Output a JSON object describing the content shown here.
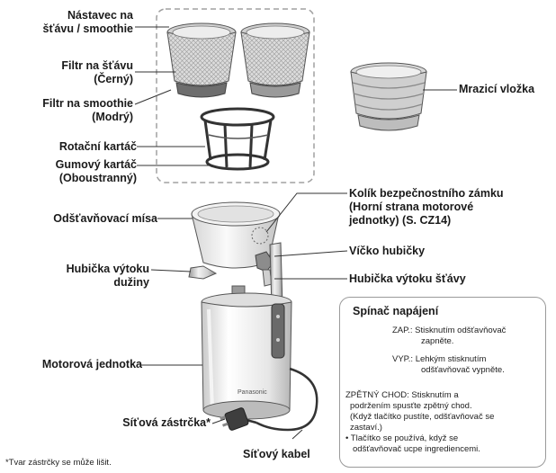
{
  "labels": {
    "attachment": [
      "Nástavec na",
      "šťávu / smoothie"
    ],
    "juice_filter": [
      "Filtr na šťávu",
      "(Černý)"
    ],
    "smoothie_filter": [
      "Filtr na smoothie",
      "(Modrý)"
    ],
    "rotating_brush": "Rotační kartáč",
    "rubber_brush": [
      "Gumový kartáč",
      "(Oboustranný)"
    ],
    "freezing_insert": "Mrazicí vložka",
    "safety_pin": [
      "Kolík bezpečnostního zámku",
      "(Horní strana motorové",
      "jednotky) (S. CZ14)"
    ],
    "juicing_bowl": "Odšťavňovací mísa",
    "spout_cap": "Víčko hubičky",
    "pulp_spout": [
      "Hubička výtoku",
      "dužiny"
    ],
    "juice_spout": "Hubička výtoku šťávy",
    "motor_unit": "Motorová jednotka",
    "plug": "Síťová zástrčka*",
    "cord": "Síťový kabel",
    "footnote": "*Tvar zástrčky se může lišit."
  },
  "switch_panel": {
    "title": "Spínač napájení",
    "on_text": [
      "ZAP.: Stisknutím odšťavňovač",
      "zapněte."
    ],
    "off_text": [
      "VYP.: Lehkým stisknutím",
      "odšťavňovač vypněte."
    ],
    "reverse_text": [
      "ZPĚTNÝ CHOD: Stisknutím a",
      "podržením spusťte zpětný chod.",
      "(Když tlačítko pustíte, odšťavňovač se",
      "zastaví.)",
      "• Tlačítko se používá, když se",
      "odšťavňovač ucpe ingrediencemi."
    ]
  },
  "brand": "Panasonic",
  "colors": {
    "line": "#333333",
    "dash": "#a0a0a0",
    "part_light": "#e4e4e4",
    "part_mid": "#b9b9b9",
    "part_dark": "#6e6e6e",
    "switch_body": "#5f5f5f",
    "panel_border": "#9a9a9a"
  }
}
